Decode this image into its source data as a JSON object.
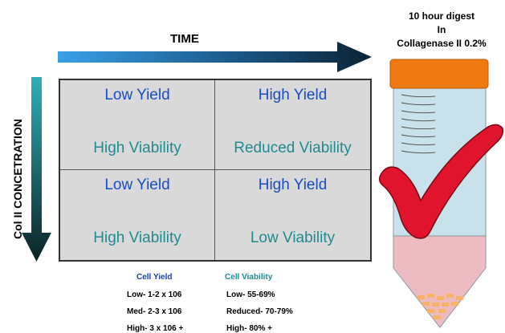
{
  "time_label": "TIME",
  "concentration_label": "Col II CONCETRATION",
  "grid": [
    {
      "yield": "Low Yield",
      "viability": "High Viability"
    },
    {
      "yield": "High Yield",
      "viability": "Reduced Viability"
    },
    {
      "yield": "Low Yield",
      "viability": "High Viability"
    },
    {
      "yield": "High Yield",
      "viability": "Low Viability"
    }
  ],
  "legend": {
    "yield_title": "Cell Yield",
    "yield_items": [
      "Low- 1-2 x 106",
      "Med- 2-3 x 106",
      "High- 3 x 106 +"
    ],
    "viability_title": "Cell Viability",
    "viability_items": [
      "Low- 55-69%",
      "Reduced- 70-79%",
      "High- 80% +"
    ]
  },
  "digest": {
    "line1": "10 hour digest",
    "line2": "In",
    "line3": "Collagenase II 0.2%"
  },
  "colors": {
    "yield_text": "#1a4bc4",
    "viability_text": "#1f8a90",
    "cap": "#f07a12",
    "checkmark": "#e0142c",
    "tube_top": "#c9e1ea",
    "tube_bottom": "#ecbcc2"
  }
}
